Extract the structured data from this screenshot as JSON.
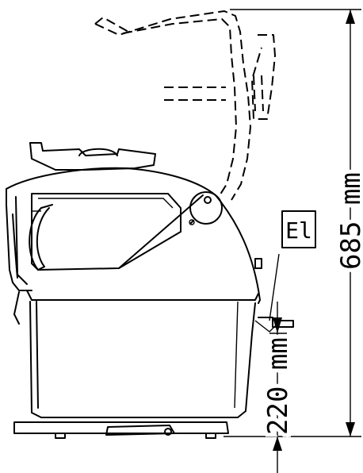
{
  "dimensions": {
    "total_height": "685 mm",
    "base_clearance": "220 mm"
  },
  "labels": {
    "reference_tag": "El"
  }
}
